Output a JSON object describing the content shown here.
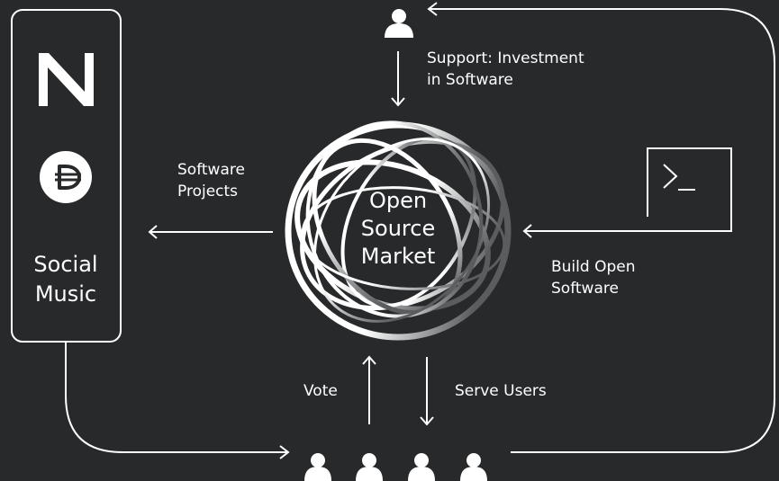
{
  "app": {
    "title_line1": "Social",
    "title_line2": "Music",
    "logo_icon": "near-logo-icon",
    "coin_icon": "dai-coin-icon"
  },
  "center": {
    "line1": "Open",
    "line2": "Source",
    "line3": "Market"
  },
  "labels": {
    "support_line1": "Support: Investment",
    "support_line2": "in Software",
    "projects_line1": "Software",
    "projects_line2": "Projects",
    "build_line1": "Build Open",
    "build_line2": "Software",
    "vote": "Vote",
    "serve": "Serve Users"
  },
  "icons": {
    "investor": "person-icon",
    "terminal": "terminal-icon",
    "users": "person-icon"
  },
  "colors": {
    "background": "#27292b",
    "foreground": "#ffffff"
  }
}
